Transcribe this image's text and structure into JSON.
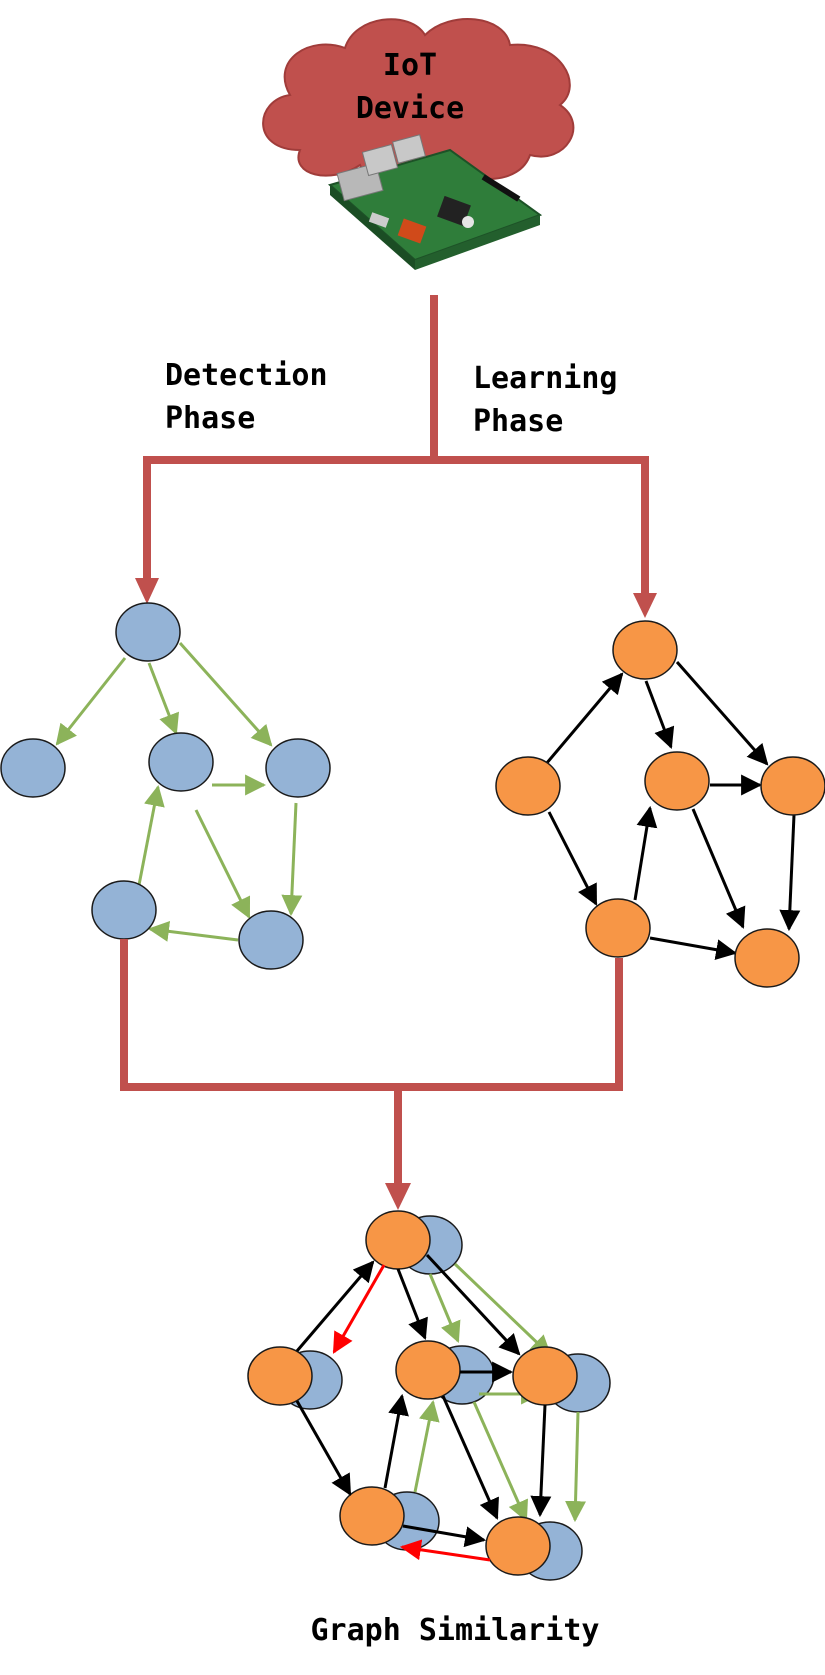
{
  "cloud": {
    "line1": "IoT",
    "line2": "Device"
  },
  "phases": {
    "detection_line1": "Detection",
    "detection_line2": "Phase",
    "learning_line1": "Learning",
    "learning_line2": "Phase"
  },
  "footer": {
    "title": "Graph Similarity"
  },
  "colors": {
    "flow": "#c0504d",
    "blue_node": "#94b3d6",
    "orange_node": "#f79646",
    "green_edge": "#8cb35a",
    "black_edge": "#000000",
    "red_edge": "#ff0000",
    "board": "#3a8a3a"
  }
}
